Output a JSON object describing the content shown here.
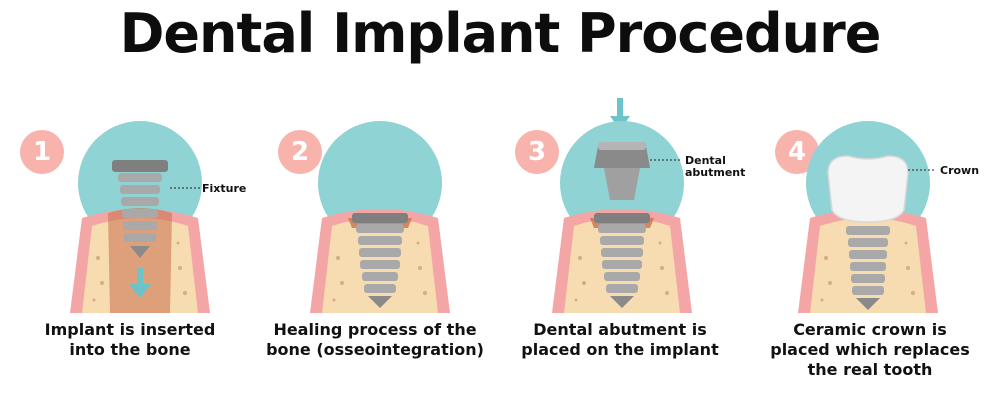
{
  "title": "Dental Implant Procedure",
  "colors": {
    "badge": "#f7b3ac",
    "circle": "#8fd3d4",
    "gum": "#f3a6a5",
    "bone": "#f6dcb0",
    "socket": "#c9704f",
    "metal": "#9a9a9a",
    "arrow": "#6cc3c8",
    "crown": "#f4f4f4"
  },
  "steps": [
    {
      "number": "1",
      "label": "Fixture",
      "caption_lines": [
        "Implant is inserted",
        "into the bone"
      ]
    },
    {
      "number": "2",
      "label": "",
      "caption_lines": [
        "Healing process of the",
        "bone (osseointegration)"
      ]
    },
    {
      "number": "3",
      "label_lines": [
        "Dental",
        "abutment"
      ],
      "caption_lines": [
        "Dental abutment is",
        "placed on the implant"
      ]
    },
    {
      "number": "4",
      "label": "Crown",
      "caption_lines": [
        "Ceramic crown is",
        "placed which replaces",
        "the real tooth"
      ]
    }
  ]
}
